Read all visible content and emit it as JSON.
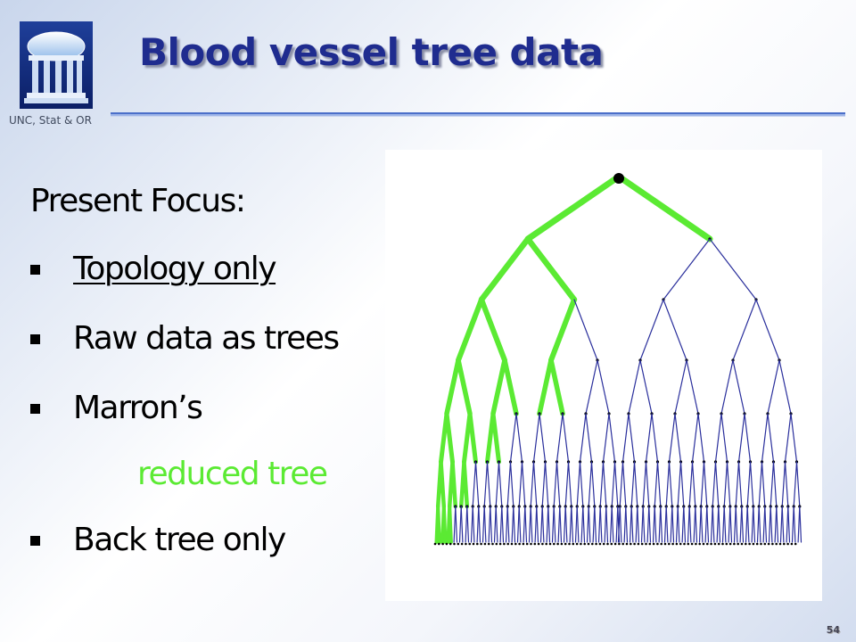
{
  "header": {
    "title": "Blood vessel tree data",
    "org_label": "UNC, Stat & OR"
  },
  "content": {
    "heading": "Present Focus:",
    "bullets": [
      "Topology only",
      "Raw data as trees",
      "Marron’s",
      "Back tree only"
    ],
    "reduced_tree_label": "reduced tree"
  },
  "colors": {
    "title": "#1f2c8f",
    "highlight": "#5bea33",
    "tree_green": "#5bea33",
    "tree_blue": "#2a2f9c"
  },
  "footer": {
    "page_number": "54"
  }
}
